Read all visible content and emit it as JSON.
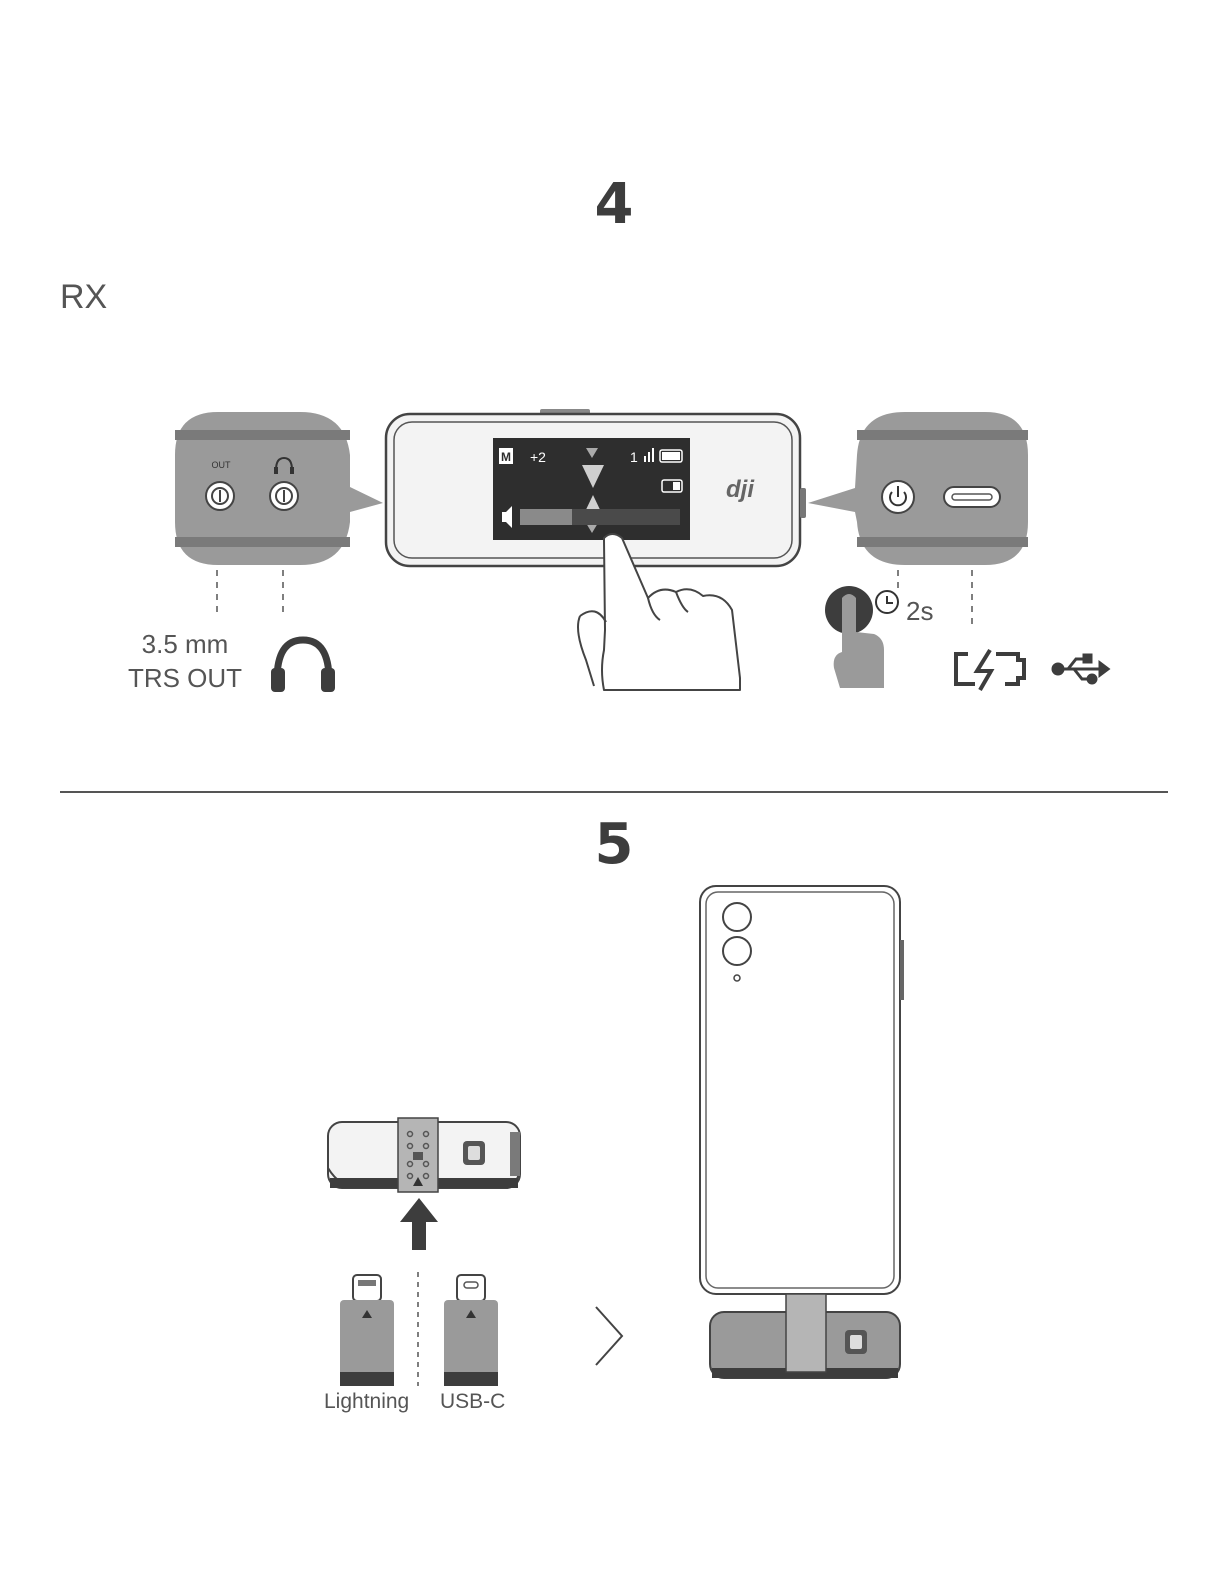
{
  "step4": {
    "number": "4",
    "device_label": "RX",
    "screen": {
      "mode_badge": "M",
      "gain": "+2",
      "signal": "1"
    },
    "brand_logo": "dji",
    "trs_label_line1": "3.5 mm",
    "trs_label_line2": "TRS OUT",
    "port_out_label": "OUT",
    "hold_duration": "2s",
    "icons": [
      "headphones-icon",
      "clock-icon",
      "power-icon",
      "charging-battery-icon",
      "usb-icon",
      "finger-tap-icon"
    ]
  },
  "step5": {
    "number": "5",
    "adapter_lightning_label": "Lightning",
    "adapter_usbc_label": "USB-C",
    "icons": [
      "arrow-up-icon",
      "chevron-right-icon",
      "phone-icon"
    ]
  },
  "colors": {
    "ink": "#3d3d3d",
    "device_gray": "#8a8a8a",
    "screen": "#2b2b2b",
    "divider": "#555555"
  }
}
